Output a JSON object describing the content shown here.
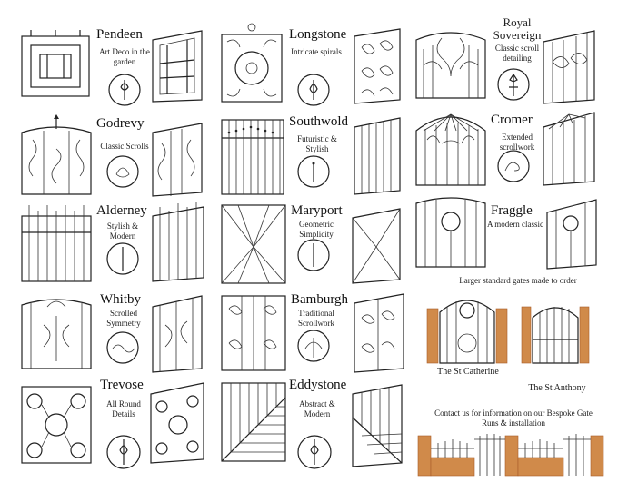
{
  "gates": [
    {
      "name": "Pendeen",
      "desc": "Art Deco in the garden"
    },
    {
      "name": "Longstone",
      "desc": "Intricate spirals"
    },
    {
      "name": "Royal Sovereign",
      "desc": "Classic scroll detailing"
    },
    {
      "name": "Godrevy",
      "desc": "Classic Scrolls"
    },
    {
      "name": "Southwold",
      "desc": "Futuristic & Stylish"
    },
    {
      "name": "Cromer",
      "desc": "Extended scrollwork"
    },
    {
      "name": "Alderney",
      "desc": "Stylish & Modern"
    },
    {
      "name": "Maryport",
      "desc": "Geometric Simplicity"
    },
    {
      "name": "Fraggle",
      "desc": "A modern classic"
    },
    {
      "name": "Whitby",
      "desc": "Scrolled Symmetry"
    },
    {
      "name": "Bamburgh",
      "desc": "Traditional Scrollwork"
    },
    {
      "name": "Trevose",
      "desc": "All Round Details"
    },
    {
      "name": "Eddystone",
      "desc": "Abstract & Modern"
    }
  ],
  "larger_note": "Larger standard gates made to order",
  "st_catherine": "The St Catherine",
  "st_anthony": "The St Anthony",
  "contact_note": "Contact us for information on our Bespoke Gate Runs & installation"
}
